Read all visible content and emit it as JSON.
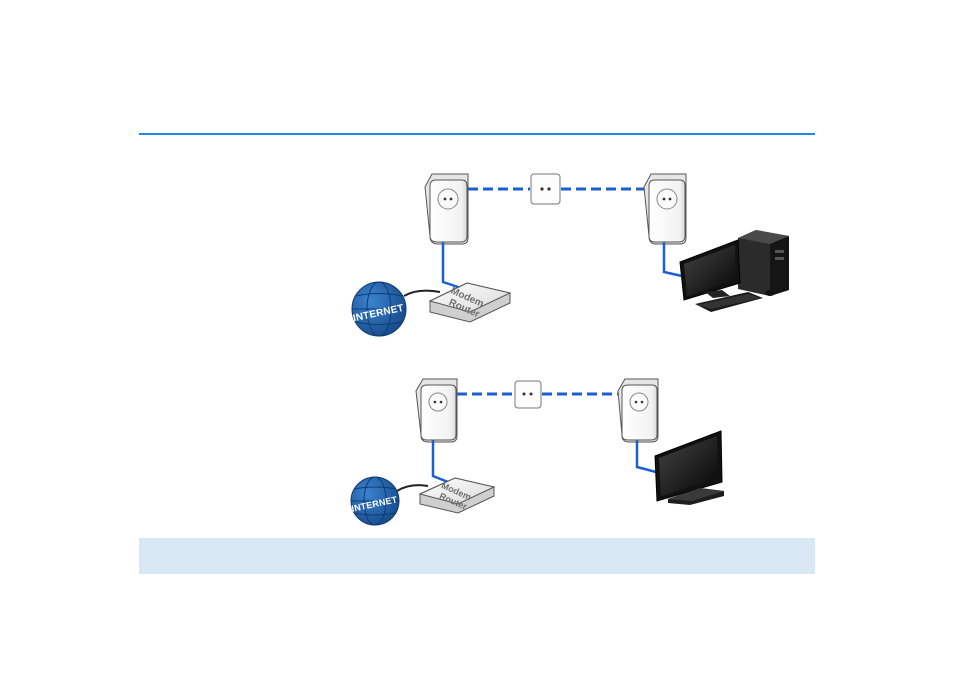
{
  "colors": {
    "accent": "#1e88e5",
    "note_bg": "#d9e8f5",
    "cable_blue": "#1b5fd1",
    "globe_blue": "#1f5fa8"
  },
  "diagram_1": {
    "internet_label": "INTERNET",
    "router_line1": "Modem",
    "router_line2": "Router"
  },
  "diagram_2": {
    "internet_label": "INTERNET",
    "router_line1": "Modem",
    "router_line2": "Router"
  },
  "icons": {
    "adapter": "powerline-adapter-icon",
    "outlet": "wall-outlet-icon",
    "globe": "internet-globe-icon",
    "router": "modem-router-icon",
    "computer": "desktop-computer-icon",
    "tv": "television-icon"
  }
}
